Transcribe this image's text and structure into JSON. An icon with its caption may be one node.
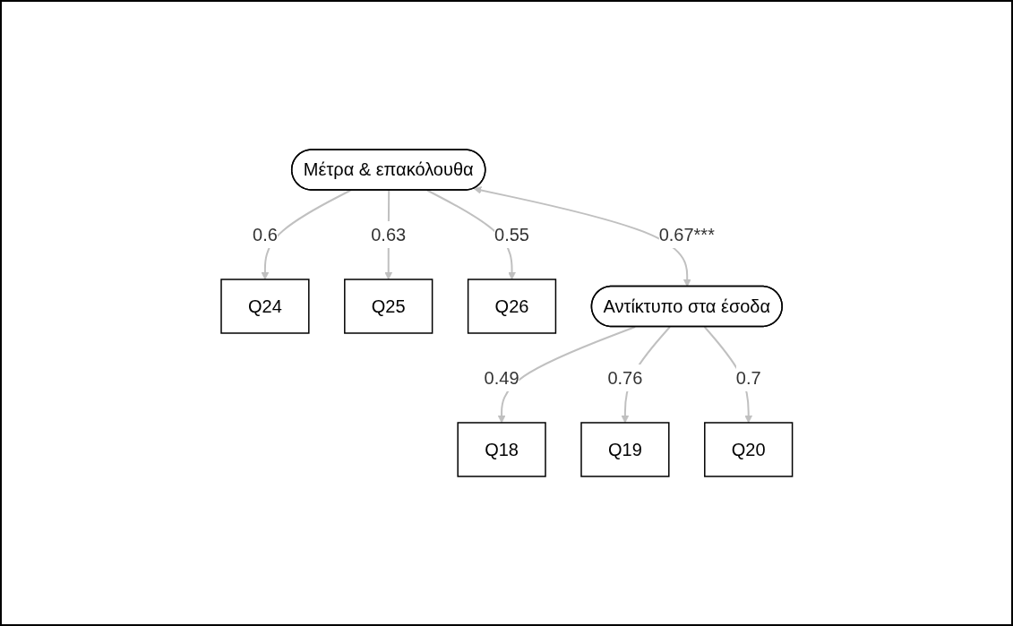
{
  "diagram": {
    "nodes": [
      {
        "text": [
          "Μέτρα & επακόλουθα"
        ]
      },
      {
        "text": [
          "Q24"
        ]
      },
      {
        "text": [
          "Q25"
        ]
      },
      {
        "text": [
          "Q26"
        ]
      },
      {
        "text": [
          "Αντίκτυπο στα έσοδα"
        ]
      },
      {
        "text": [
          "Q18"
        ]
      },
      {
        "text": [
          "Q19"
        ]
      },
      {
        "text": [
          "Q20"
        ]
      }
    ],
    "edges": [
      {
        "from": 0,
        "to": 1,
        "arrow": "to",
        "label": "0.6"
      },
      {
        "from": 0,
        "to": 2,
        "arrow": "to",
        "label": "0.63"
      },
      {
        "from": 0,
        "to": 3,
        "arrow": "to",
        "label": "0.55"
      },
      {
        "from": 0,
        "to": 4,
        "arrow": "both",
        "label": "0.67***"
      },
      {
        "from": 4,
        "to": 5,
        "arrow": "to",
        "label": "0.49"
      },
      {
        "from": 4,
        "to": 6,
        "arrow": "to",
        "label": "0.76"
      },
      {
        "from": 4,
        "to": 7,
        "arrow": "to",
        "label": "0.7"
      }
    ]
  }
}
